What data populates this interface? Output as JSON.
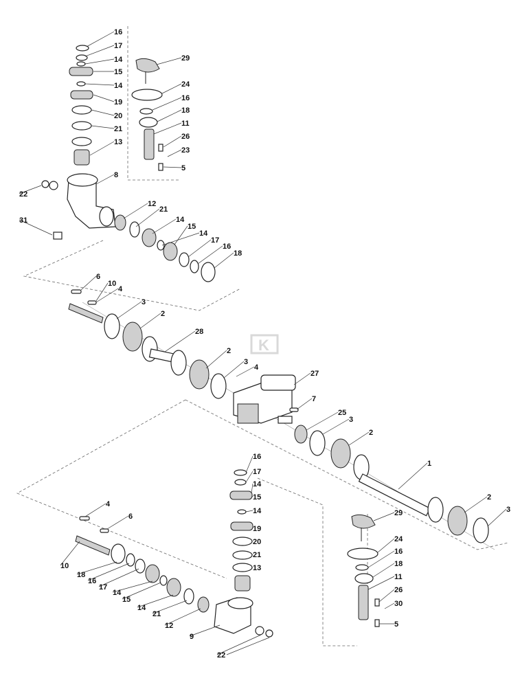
{
  "logo": {
    "text": "K",
    "color": "#d9d9d9"
  },
  "callouts": [
    {
      "text": "16"
    },
    {
      "text": "17"
    },
    {
      "text": "14"
    },
    {
      "text": "15"
    },
    {
      "text": "14"
    },
    {
      "text": "19"
    },
    {
      "text": "20"
    },
    {
      "text": "21"
    },
    {
      "text": "13"
    },
    {
      "text": "29"
    },
    {
      "text": "24"
    },
    {
      "text": "16"
    },
    {
      "text": "18"
    },
    {
      "text": "11"
    },
    {
      "text": "26"
    },
    {
      "text": "23"
    },
    {
      "text": "5"
    },
    {
      "text": "8"
    },
    {
      "text": "22"
    },
    {
      "text": "31"
    },
    {
      "text": "12"
    },
    {
      "text": "21"
    },
    {
      "text": "14"
    },
    {
      "text": "15"
    },
    {
      "text": "14"
    },
    {
      "text": "17"
    },
    {
      "text": "16"
    },
    {
      "text": "18"
    },
    {
      "text": "6"
    },
    {
      "text": "10"
    },
    {
      "text": "4"
    },
    {
      "text": "3"
    },
    {
      "text": "2"
    },
    {
      "text": "28"
    },
    {
      "text": "2"
    },
    {
      "text": "3"
    },
    {
      "text": "4"
    },
    {
      "text": "27"
    },
    {
      "text": "7"
    },
    {
      "text": "25"
    },
    {
      "text": "3"
    },
    {
      "text": "2"
    },
    {
      "text": "1"
    },
    {
      "text": "2"
    },
    {
      "text": "3"
    },
    {
      "text": "16"
    },
    {
      "text": "17"
    },
    {
      "text": "14"
    },
    {
      "text": "15"
    },
    {
      "text": "14"
    },
    {
      "text": "19"
    },
    {
      "text": "20"
    },
    {
      "text": "21"
    },
    {
      "text": "13"
    },
    {
      "text": "29"
    },
    {
      "text": "24"
    },
    {
      "text": "16"
    },
    {
      "text": "18"
    },
    {
      "text": "11"
    },
    {
      "text": "26"
    },
    {
      "text": "30"
    },
    {
      "text": "5"
    },
    {
      "text": "4"
    },
    {
      "text": "6"
    },
    {
      "text": "10"
    },
    {
      "text": "18"
    },
    {
      "text": "16"
    },
    {
      "text": "17"
    },
    {
      "text": "14"
    },
    {
      "text": "15"
    },
    {
      "text": "14"
    },
    {
      "text": "21"
    },
    {
      "text": "12"
    },
    {
      "text": "9"
    },
    {
      "text": "22"
    }
  ]
}
